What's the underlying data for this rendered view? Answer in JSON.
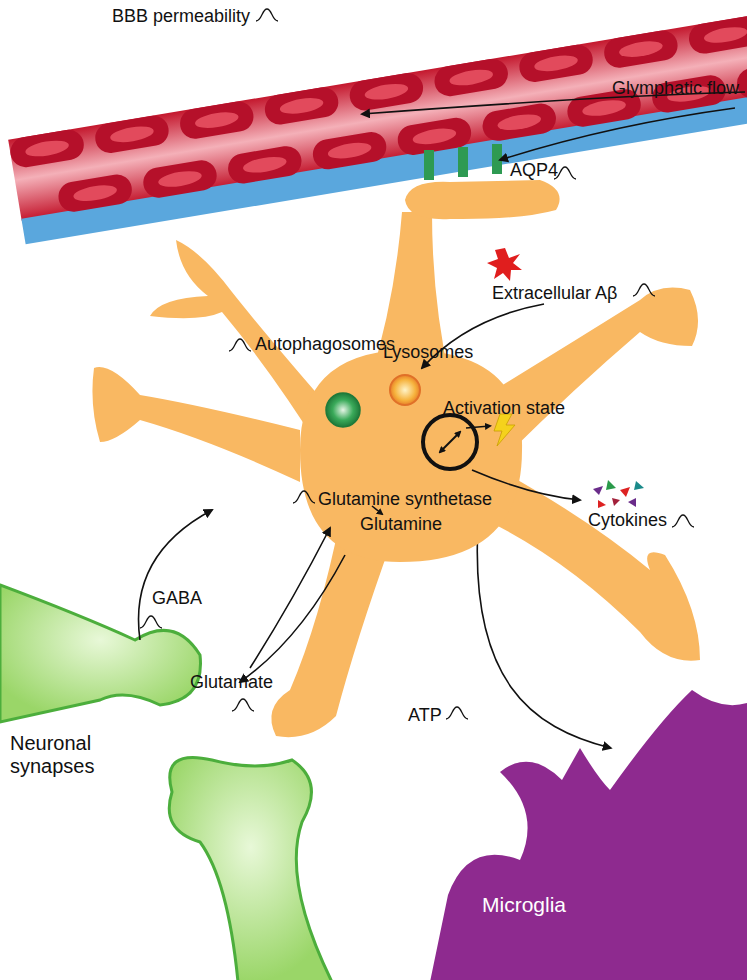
{
  "diagram": {
    "nodes": [
      {
        "text": [
          "Autophagosomes",
          "Lysosomes",
          "Activation state",
          "Glutamine synthetase",
          "Glutamine"
        ]
      },
      {
        "text": [
          "Microglia"
        ]
      }
    ],
    "edges": [
      {
        "from": 0,
        "to": 1,
        "arrow": "to",
        "label": "ATP"
      }
    ],
    "labels": [
      "BBB permeability",
      "Glymphatic flow",
      "AQP4",
      "Extracellular Aβ",
      "GABA",
      "Glutamate",
      "Cytokines",
      "Neuronal synapses"
    ]
  }
}
